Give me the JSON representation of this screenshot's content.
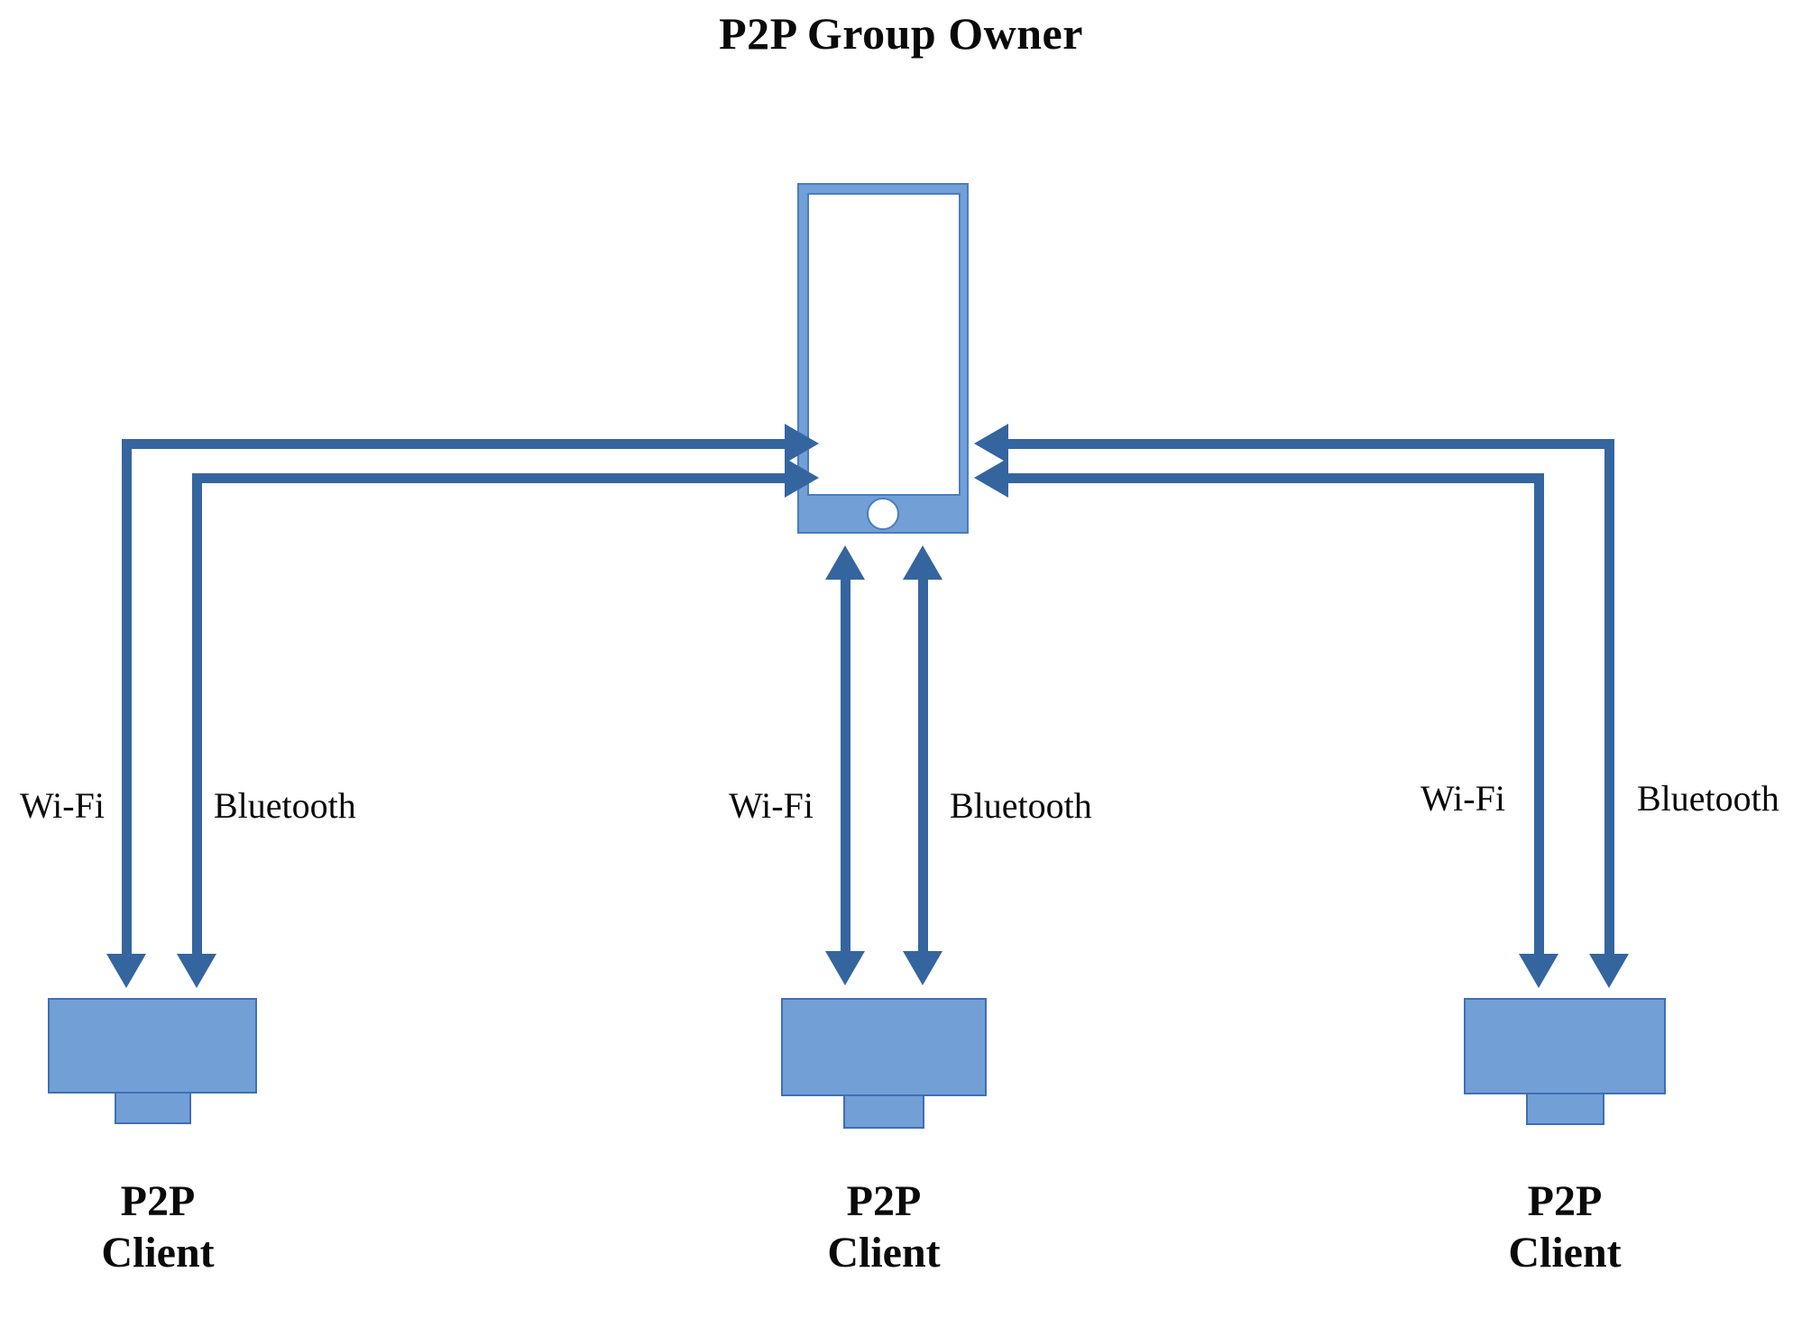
{
  "diagram": {
    "title": "P2P Group Owner",
    "colors": {
      "device_fill": "#729FD6",
      "device_stroke": "#4B7CC0",
      "arrow": "#35659F",
      "text": "#0A0A0A",
      "background": "#FFFFFF"
    },
    "group_owner": {
      "label": "P2P Group Owner",
      "device_type": "smartphone"
    },
    "clients": [
      {
        "id": "left",
        "label_line1": "P2P",
        "label_line2": "Client",
        "device_type": "monitor",
        "links": [
          {
            "technology": "Wi-Fi",
            "direction": "bidirectional"
          },
          {
            "technology": "Bluetooth",
            "direction": "bidirectional"
          }
        ]
      },
      {
        "id": "center",
        "label_line1": "P2P",
        "label_line2": "Client",
        "device_type": "monitor",
        "links": [
          {
            "technology": "Wi-Fi",
            "direction": "bidirectional"
          },
          {
            "technology": "Bluetooth",
            "direction": "bidirectional"
          }
        ]
      },
      {
        "id": "right",
        "label_line1": "P2P",
        "label_line2": "Client",
        "device_type": "monitor",
        "links": [
          {
            "technology": "Wi-Fi",
            "direction": "bidirectional"
          },
          {
            "technology": "Bluetooth",
            "direction": "bidirectional"
          }
        ]
      }
    ],
    "link_labels": {
      "left_wifi": "Wi-Fi",
      "left_bluetooth": "Bluetooth",
      "center_wifi": "Wi-Fi",
      "center_bluetooth": "Bluetooth",
      "right_wifi": "Wi-Fi",
      "right_bluetooth": "Bluetooth"
    }
  }
}
